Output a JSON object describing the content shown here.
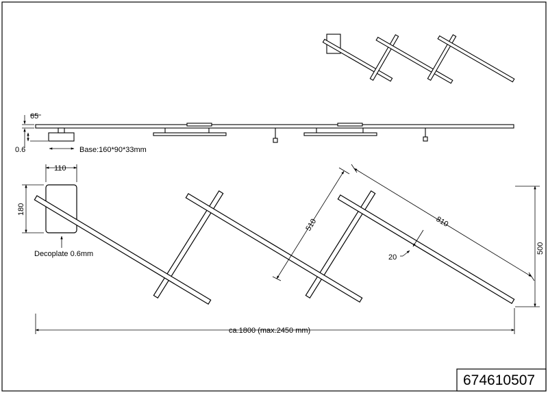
{
  "dimensions": {
    "decoplate_thickness": "0.6",
    "height_65": "65",
    "base": "Base:160*90*33mm",
    "width_110": "110",
    "height_180": "180",
    "decoplate": "Decoplate 0.6mm",
    "bar_510": "510",
    "bar_810": "810",
    "bar_width_20": "20",
    "height_500": "500",
    "total_length": "ca.1800 (max.2450 mm)"
  },
  "article_number": "674610507"
}
